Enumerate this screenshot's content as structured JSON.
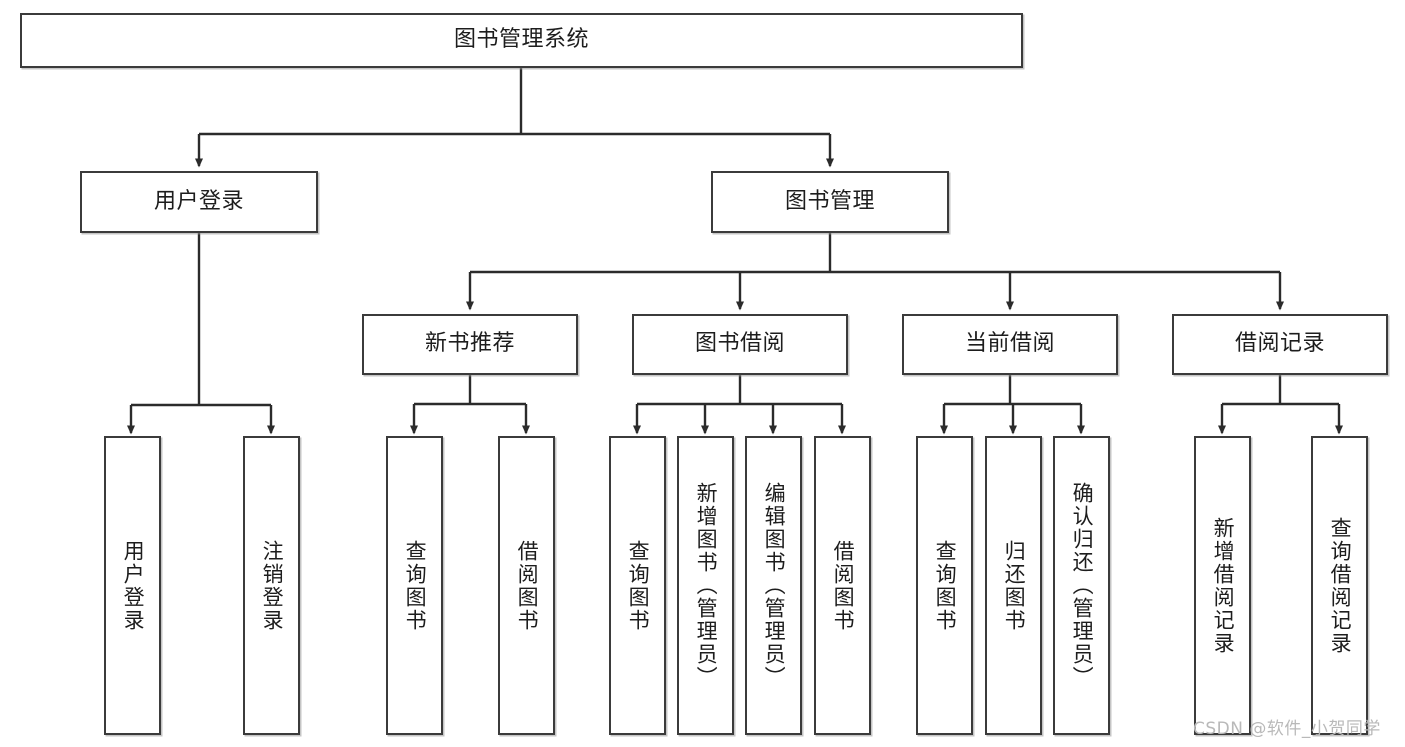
{
  "diagram": {
    "title": "图书管理系统",
    "type": "tree-hierarchy",
    "watermark": "CSDN @软件_小贺同学",
    "colors": {
      "box_border": "#3b3b3b",
      "box_fill": "#ffffff",
      "edge": "#2b2b2b",
      "text": "#1d1d1d",
      "watermark": "#b9b9b9",
      "background": "#ffffff"
    }
  },
  "nodes": {
    "root": {
      "label": "图书管理系统",
      "orientation": "horizontal"
    },
    "level2": [
      {
        "label": "用户登录",
        "orientation": "horizontal"
      },
      {
        "label": "图书管理",
        "orientation": "horizontal"
      }
    ],
    "level3": [
      {
        "label": "新书推荐",
        "orientation": "horizontal"
      },
      {
        "label": "图书借阅",
        "orientation": "horizontal"
      },
      {
        "label": "当前借阅",
        "orientation": "horizontal"
      },
      {
        "label": "借阅记录",
        "orientation": "horizontal"
      }
    ],
    "leaves_user_login": [
      {
        "label": "用户登录",
        "orientation": "vertical"
      },
      {
        "label": "注销登录",
        "orientation": "vertical"
      }
    ],
    "leaves_new_book": [
      {
        "label": "查询图书",
        "orientation": "vertical"
      },
      {
        "label": "借阅图书",
        "orientation": "vertical"
      }
    ],
    "leaves_borrow": [
      {
        "label": "查询图书",
        "orientation": "vertical"
      },
      {
        "label": "新增图书（管理员）",
        "orientation": "vertical"
      },
      {
        "label": "编辑图书（管理员）",
        "orientation": "vertical"
      },
      {
        "label": "借阅图书",
        "orientation": "vertical"
      }
    ],
    "leaves_current": [
      {
        "label": "查询图书",
        "orientation": "vertical"
      },
      {
        "label": "归还图书",
        "orientation": "vertical"
      },
      {
        "label": "确认归还（管理员）",
        "orientation": "vertical"
      }
    ],
    "leaves_records": [
      {
        "label": "新增借阅记录",
        "orientation": "vertical"
      },
      {
        "label": "查询借阅记录",
        "orientation": "vertical"
      }
    ]
  }
}
